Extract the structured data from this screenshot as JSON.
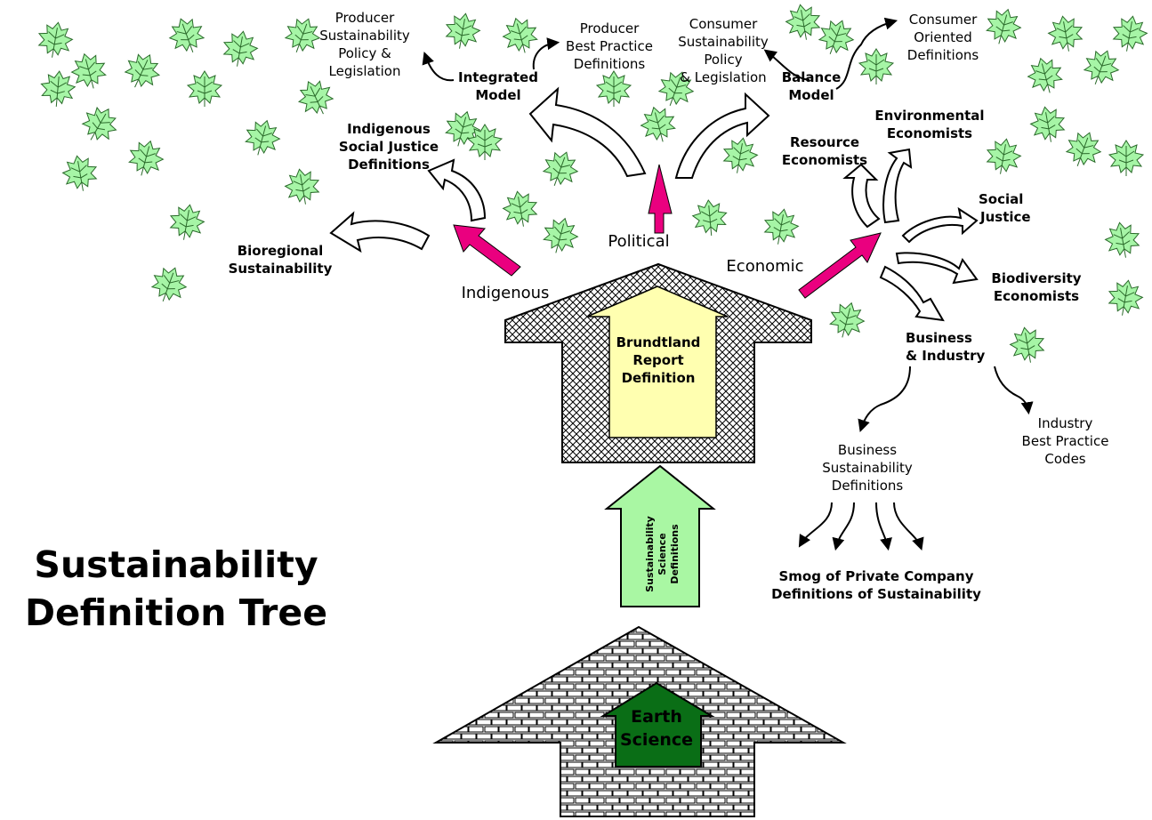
{
  "title": [
    "Sustainability",
    "Definition Tree"
  ],
  "root": {
    "label": [
      "Earth",
      "Science"
    ]
  },
  "trunk": {
    "label": [
      "Sustainability",
      "Science",
      "Definitions"
    ]
  },
  "house": {
    "label": [
      "Brundtland",
      "Report",
      "Definition"
    ]
  },
  "branches": {
    "indigenous": "Indigenous",
    "political": "Political",
    "economic": "Economic"
  },
  "indigenous_outcomes": {
    "bioregional": [
      "Bioregional",
      "Sustainability"
    ],
    "social_justice": [
      "Indigenous",
      "Social Justice",
      "Definitions"
    ]
  },
  "political_outcomes": {
    "integrated_model": [
      "Integrated",
      "Model"
    ],
    "producer_policy": [
      "Producer",
      "Sustainability",
      "Policy &",
      "Legislation"
    ],
    "producer_best_practice": [
      "Producer",
      "Best Practice",
      "Definitions"
    ],
    "balance_model": [
      "Balance",
      "Model"
    ],
    "consumer_policy": [
      "Consumer",
      "Sustainability",
      "Policy",
      "& Legislation"
    ],
    "consumer_oriented": [
      "Consumer",
      "Oriented",
      "Definitions"
    ]
  },
  "economic_outcomes": {
    "resource_economists": [
      "Resource",
      "Economists"
    ],
    "environmental_economists": [
      "Environmental",
      "Economists"
    ],
    "social_justice": [
      "Social",
      "Justice"
    ],
    "biodiversity_economists": [
      "Biodiversity",
      "Economists"
    ],
    "business_industry": [
      "Business",
      "& Industry"
    ],
    "industry_best_practice": [
      "Industry",
      "Best Practice",
      "Codes"
    ],
    "business_sustainability": [
      "Business",
      "Sustainability",
      "Definitions"
    ],
    "smog": [
      "Smog of Private Company",
      "Definitions of Sustainability"
    ]
  },
  "colors": {
    "magenta_arrow": "#ea007f",
    "leaf_fill": "#a6f5a6",
    "house_fill": "#ffffb0",
    "trunk_fill": "#a9f7a3",
    "root_fill": "#0a6e16"
  },
  "icons": [
    "leaf-icon"
  ]
}
